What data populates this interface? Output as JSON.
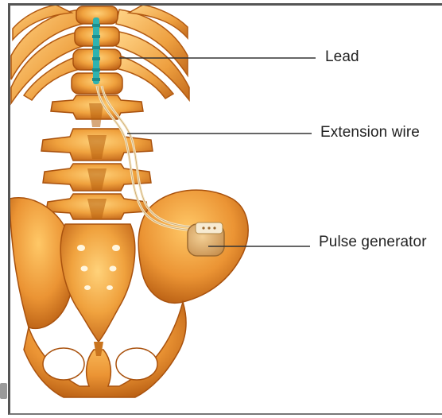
{
  "labels": {
    "lead": "Lead",
    "extension_wire": "Extension wire",
    "pulse_generator": "Pulse generator"
  },
  "colors": {
    "bone_light": "#f6b24a",
    "bone_mid": "#e2892a",
    "bone_dark": "#b55a10",
    "lead_accent": "#2fb3b0",
    "wire": "#f4e6c4",
    "generator": "#d9a569",
    "leader_line": "#333333"
  }
}
